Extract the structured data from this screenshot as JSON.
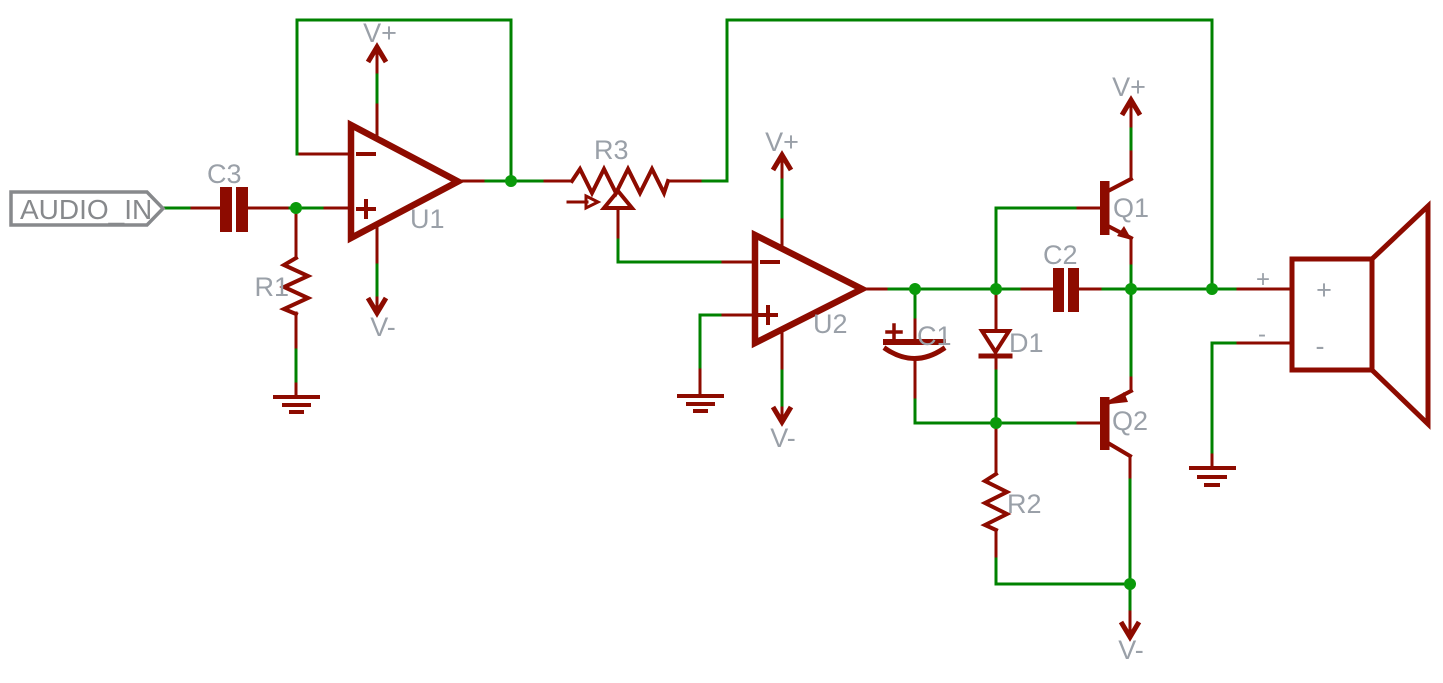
{
  "colors": {
    "part": "#8d0b00",
    "net": "#008200",
    "dot": "#0a9a0a",
    "label": "#9aa0a8",
    "portc": "#87898c",
    "bg": "#ffffff"
  },
  "schematic": {
    "port": {
      "name": "AUDIO_IN"
    },
    "power": {
      "vplus": "V+",
      "vminus": "V-"
    },
    "components": {
      "c3": "C3",
      "r1": "R1",
      "u1": "U1",
      "r3": "R3",
      "u2": "U2",
      "c1": "C1",
      "d1": "D1",
      "c2": "C2",
      "q1": "Q1",
      "q2": "Q2",
      "r2": "R2",
      "speaker": {
        "pin_plus": "+",
        "pin_minus": "-",
        "sym_plus": "+",
        "sym_minus": "-"
      }
    }
  }
}
